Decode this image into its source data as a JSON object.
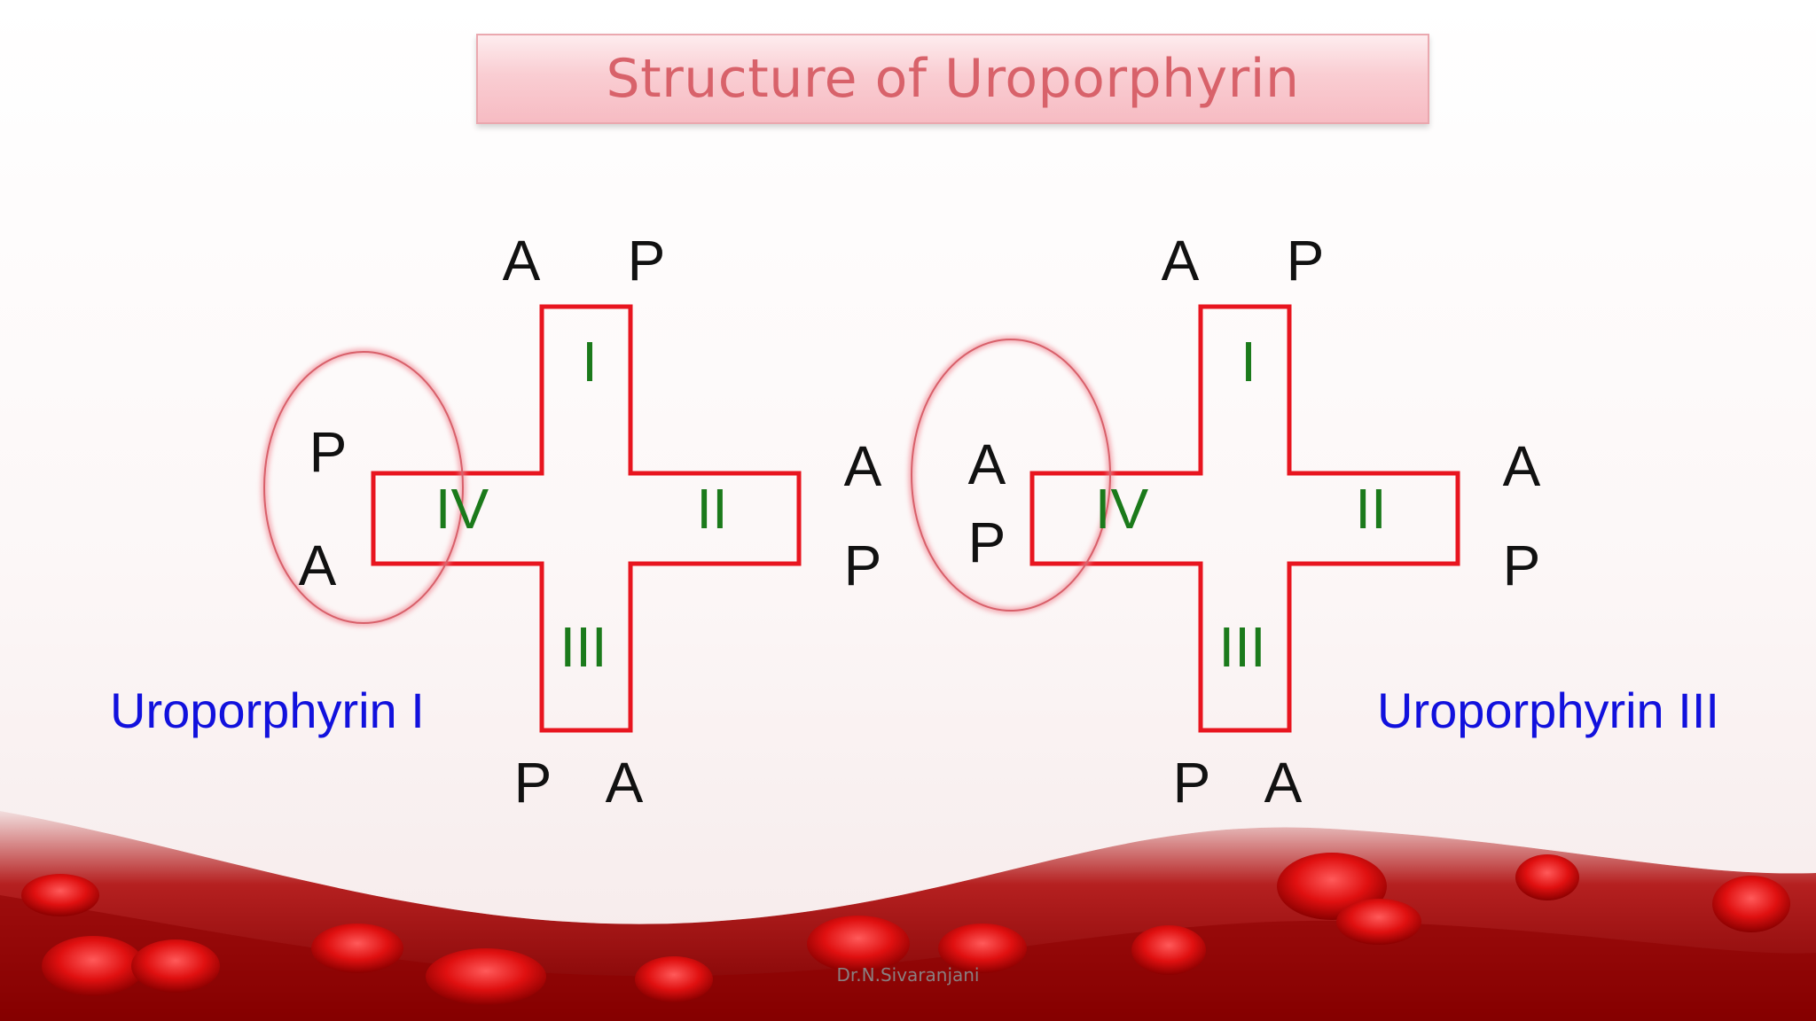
{
  "title": "Structure of Uroporphyrin",
  "footer": "Dr.N.Sivaranjani",
  "colors": {
    "title_text": "#c40f1c",
    "cross_outline": "#e8151f",
    "ring_numeral": "#1b7a1b",
    "substituent": "#111111",
    "caption": "#1111dd"
  },
  "structures": [
    {
      "name": "Uroporphyrin I",
      "rings": [
        "I",
        "II",
        "III",
        "IV"
      ],
      "substituents": {
        "ring_I_left": "A",
        "ring_I_right": "P",
        "ring_II_top": "A",
        "ring_II_bottom": "P",
        "ring_III_left": "P",
        "ring_III_right": "A",
        "ring_IV_top": "P",
        "ring_IV_bottom": "A"
      }
    },
    {
      "name": "Uroporphyrin III",
      "rings": [
        "I",
        "II",
        "III",
        "IV"
      ],
      "substituents": {
        "ring_I_left": "A",
        "ring_I_right": "P",
        "ring_II_top": "A",
        "ring_II_bottom": "P",
        "ring_III_left": "P",
        "ring_III_right": "A",
        "ring_IV_top": "A",
        "ring_IV_bottom": "P"
      }
    }
  ]
}
